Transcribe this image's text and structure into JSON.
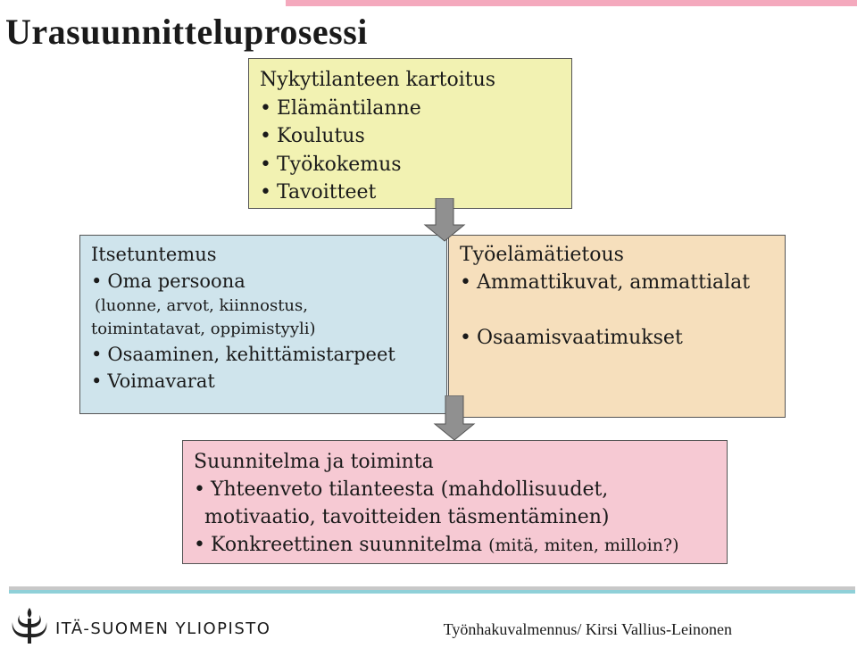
{
  "title": "Urasuunnitteluprosessi",
  "current": {
    "heading": "Nykytilanteen kartoitus",
    "items": [
      "Elämäntilanne",
      "Koulutus",
      "Työkokemus",
      "Tavoitteet"
    ]
  },
  "self": {
    "heading": "Itsetuntemus",
    "item1": "Oma persoona",
    "sub1": "(luonne, arvot, kiinnostus,",
    "sub2": "toimintatavat, oppimistyyli)",
    "item2": "Osaaminen, kehittämistarpeet",
    "item3": "Voimavarat"
  },
  "work": {
    "heading": "Työelämätietous",
    "item1": "Ammattikuvat, ammattialat",
    "item2": "Osaamisvaatimukset"
  },
  "plan": {
    "heading": "Suunnitelma ja toiminta",
    "item1": "Yhteenveto tilanteesta (mahdollisuudet,",
    "item1_cont": "motivaatio, tavoitteiden täsmentäminen)",
    "item2": "Konkreettinen suunnitelma",
    "item2_small": "(mitä, miten, milloin?)"
  },
  "footer": {
    "logo_text": "ITÄ-SUOMEN YLIOPISTO",
    "credit": "Työnhakuvalmennus/ Kirsi Vallius-Leinonen"
  },
  "colors": {
    "current_bg": "#f2f2b2",
    "self_bg": "#cfe4ec",
    "work_bg": "#f6dfbc",
    "plan_bg": "#f6c9d3",
    "arrow": "#909090",
    "accent_bar": "#f4a9bd",
    "separator": "#8fd0d8"
  }
}
